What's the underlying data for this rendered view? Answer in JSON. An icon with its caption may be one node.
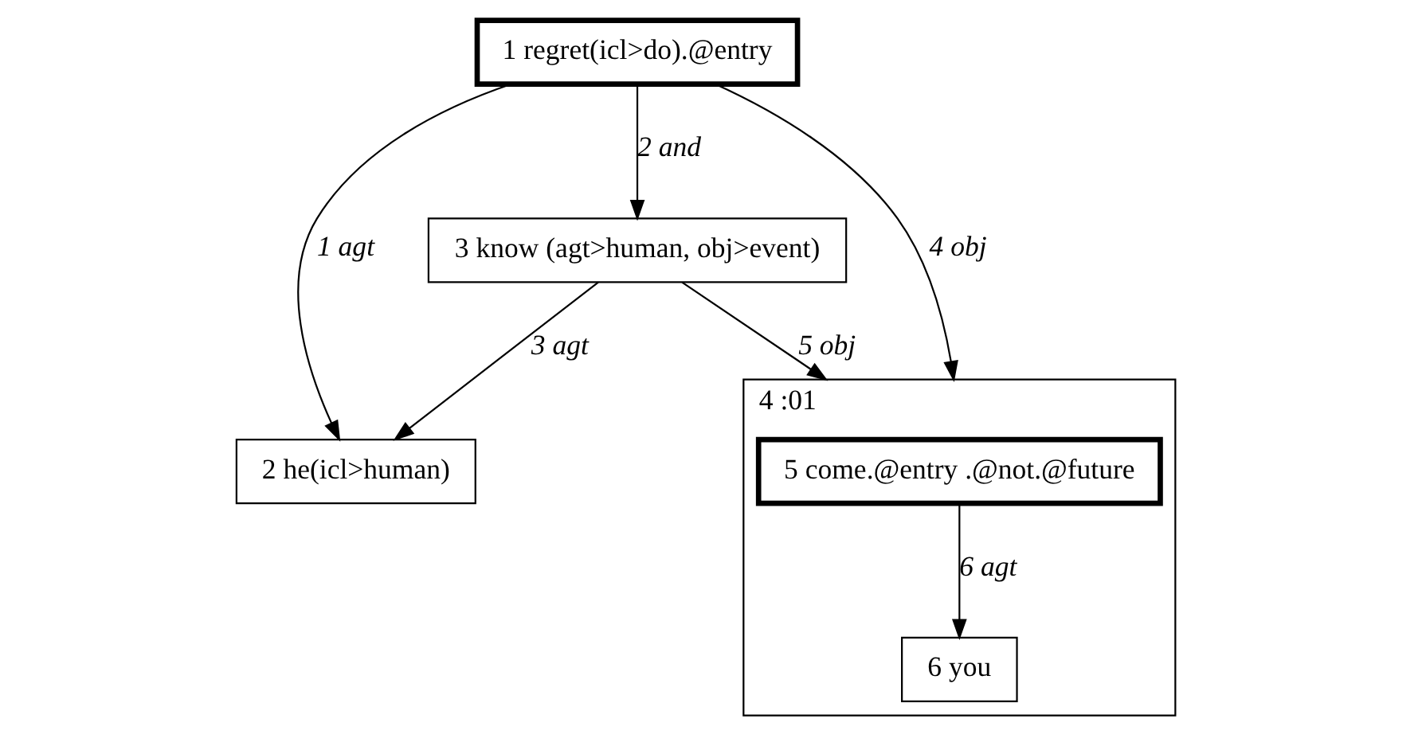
{
  "diagram": {
    "nodes": [
      {
        "text": [
          "1 regret(icl>do).@entry"
        ]
      },
      {
        "text": [
          "2 he(icl>human)"
        ]
      },
      {
        "text": [
          "3 know (agt>human, obj>event)"
        ]
      },
      {
        "text": [
          "4 :01"
        ]
      },
      {
        "text": [
          "5 come.@entry .@not.@future"
        ],
        "in": 3
      },
      {
        "text": [
          "6 you"
        ],
        "in": 3
      }
    ],
    "edges": [
      {
        "from": 0,
        "to": 1,
        "arrow": "to",
        "label": "1 agt"
      },
      {
        "from": 0,
        "to": 2,
        "arrow": "to",
        "label": "2 and"
      },
      {
        "from": 2,
        "to": 1,
        "arrow": "to",
        "label": "3 agt"
      },
      {
        "from": 0,
        "to": 3,
        "arrow": "to",
        "label": "4 obj"
      },
      {
        "from": 2,
        "to": 3,
        "arrow": "to",
        "label": "5 obj"
      },
      {
        "from": 4,
        "to": 5,
        "arrow": "to",
        "label": "6 agt"
      }
    ]
  }
}
